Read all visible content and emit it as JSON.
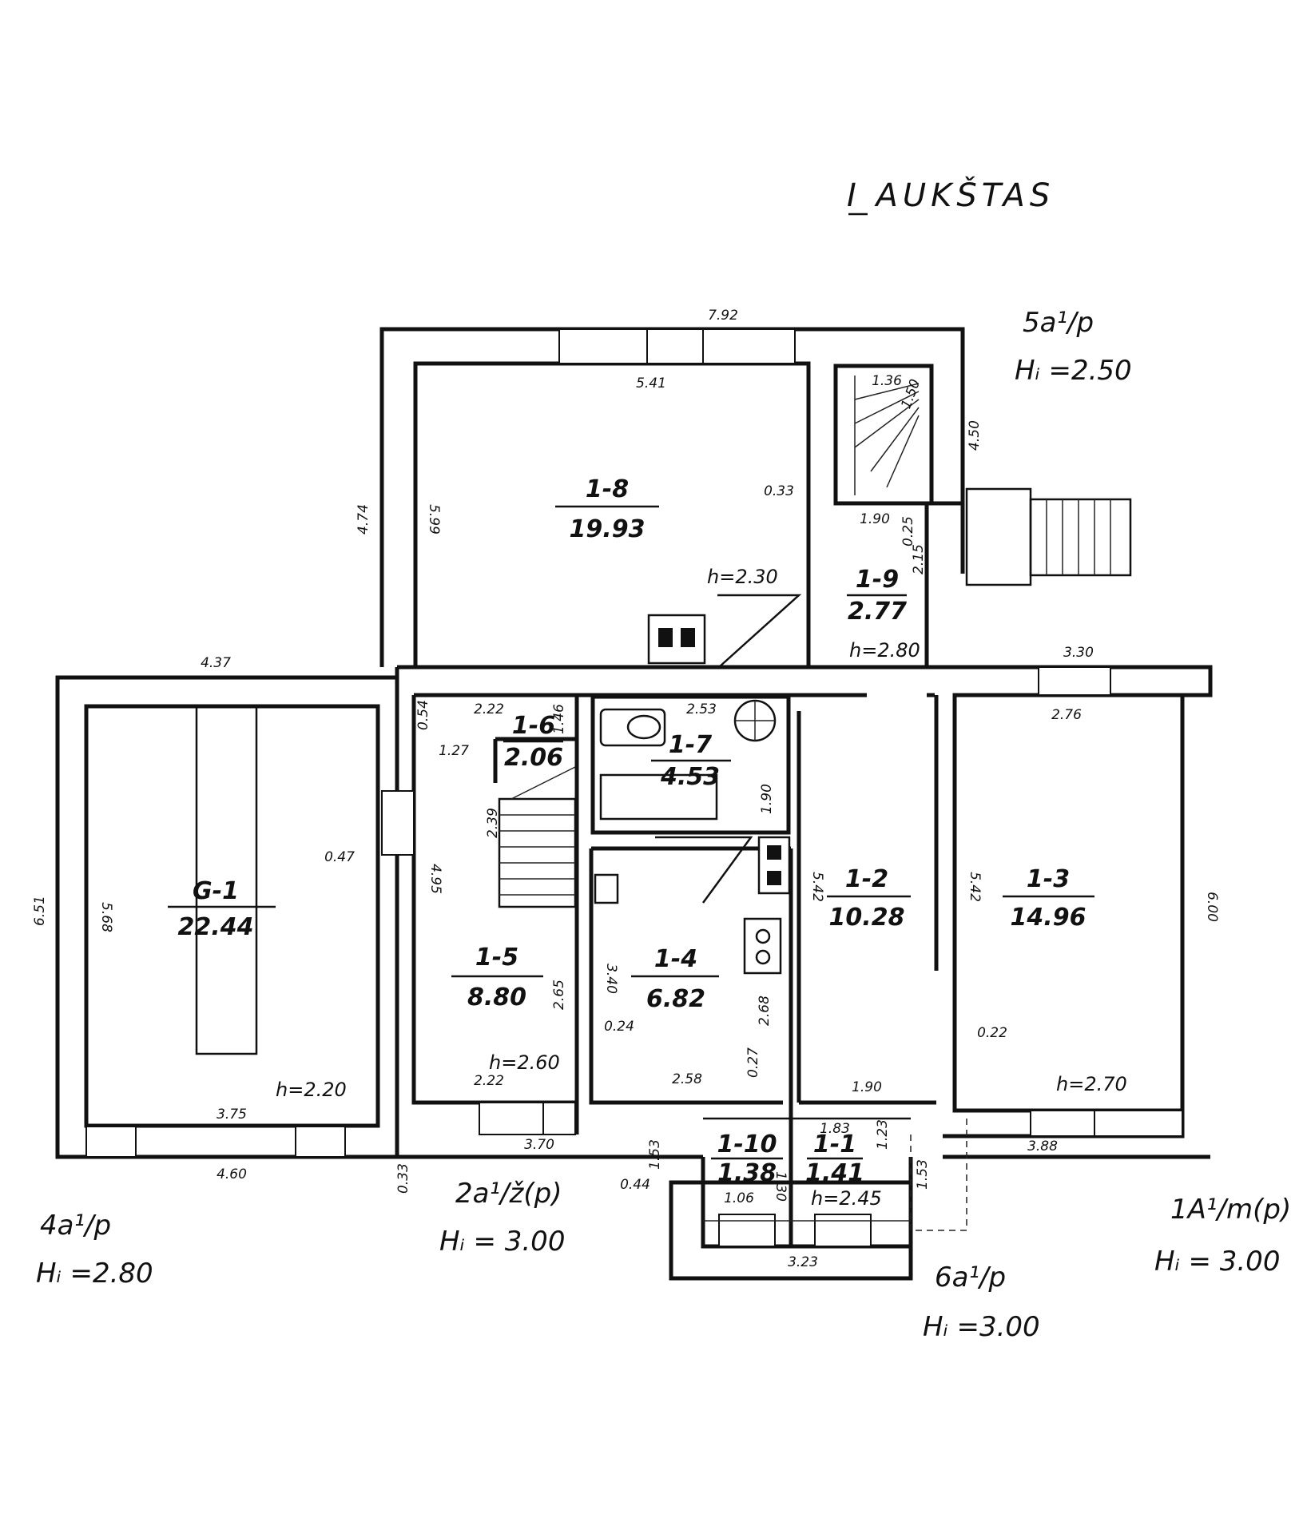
{
  "title": "I AUKŠTAS",
  "rooms": [
    {
      "id": "G-1",
      "area": "22.44"
    },
    {
      "id": "1-1",
      "area": "1.41"
    },
    {
      "id": "1-2",
      "area": "10.28"
    },
    {
      "id": "1-3",
      "area": "14.96"
    },
    {
      "id": "1-4",
      "area": "6.82"
    },
    {
      "id": "1-5",
      "area": "8.80"
    },
    {
      "id": "1-6",
      "area": "2.06"
    },
    {
      "id": "1-7",
      "area": "4.53"
    },
    {
      "id": "1-8",
      "area": "19.93"
    },
    {
      "id": "1-9",
      "area": "2.77"
    },
    {
      "id": "1-10",
      "area": "1.38"
    }
  ],
  "heights": [
    "h=2.30",
    "h=2.80",
    "h=2.20",
    "h=2.60",
    "h=2.70",
    "h=2.45"
  ],
  "dims": [
    "7.92",
    "5.41",
    "4.74",
    "5.99",
    "1.36",
    "1.50",
    "4.50",
    "1.90",
    "0.33",
    "0.25",
    "2.15",
    "4.37",
    "3.30",
    "2.76",
    "0.54",
    "2.22",
    "1.46",
    "2.53",
    "1.27",
    "1.90",
    "2.39",
    "0.47",
    "4.95",
    "5.42",
    "5.42",
    "6.51",
    "5.68",
    "6.00",
    "2.65",
    "3.40",
    "0.24",
    "2.68",
    "0.27",
    "0.22",
    "2.22",
    "2.58",
    "1.90",
    "3.75",
    "4.60",
    "0.33",
    "3.70",
    "1.53",
    "1.83",
    "1.23",
    "3.88",
    "0.44",
    "1.30",
    "1.06",
    "1.53",
    "3.23"
  ],
  "building_codes": [
    {
      "code": "5a¹/p",
      "hi": "Hᵢ =2.50"
    },
    {
      "code": "4a¹/p",
      "hi": "Hᵢ =2.80"
    },
    {
      "code": "2a¹/ž(p)",
      "hi": "Hᵢ = 3.00"
    },
    {
      "code": "6a¹/p",
      "hi": "Hᵢ =3.00"
    },
    {
      "code": "1A¹/m(p)",
      "hi": "Hᵢ = 3.00"
    }
  ]
}
